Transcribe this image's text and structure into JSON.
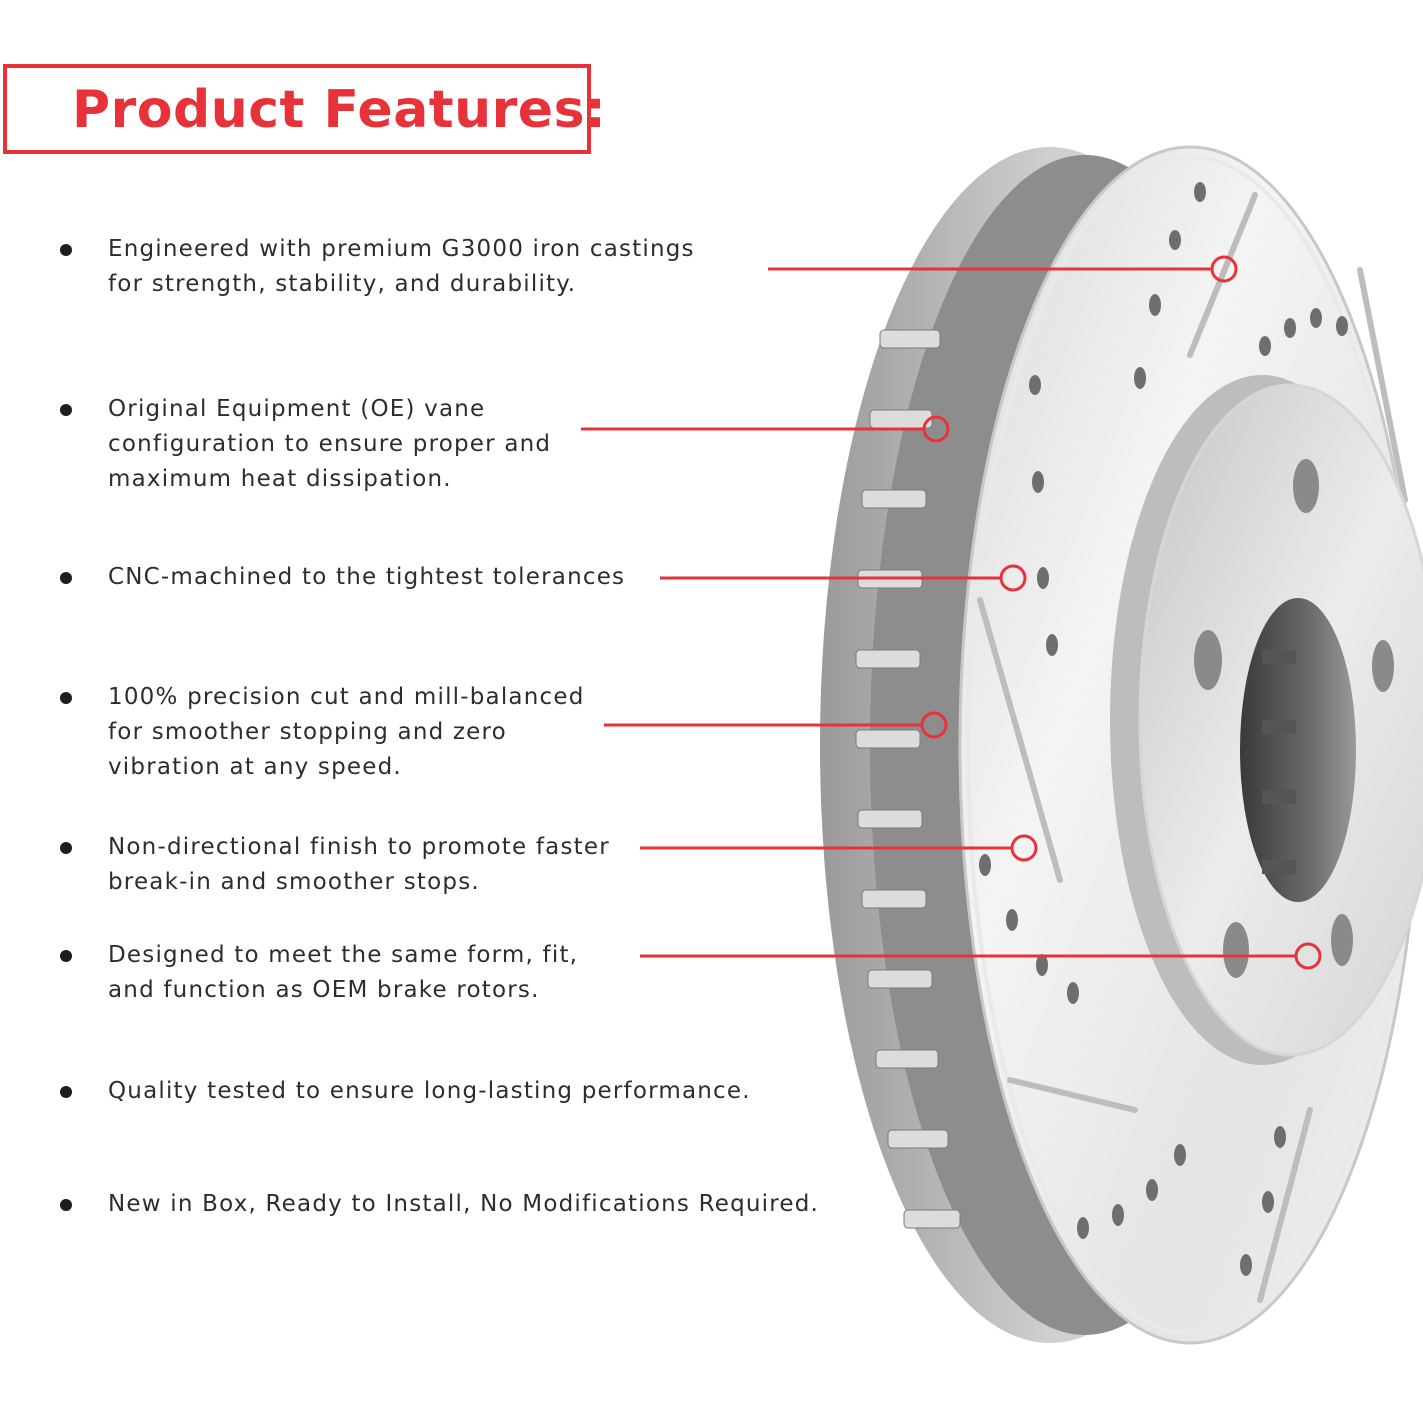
{
  "title": "Product Features:",
  "features": [
    {
      "lines": [
        "Engineered with premium G3000 iron castings",
        "for strength, stability, and durability."
      ]
    },
    {
      "lines": [
        "Original Equipment (OE) vane",
        "configuration to ensure proper and",
        "maximum heat dissipation."
      ]
    },
    {
      "lines": [
        "CNC-machined to the tightest tolerances"
      ]
    },
    {
      "lines": [
        "100% precision cut and mill-balanced",
        "for smoother stopping and zero",
        "vibration at any speed."
      ]
    },
    {
      "lines": [
        "Non-directional finish to promote faster",
        "break-in and smoother stops."
      ]
    },
    {
      "lines": [
        "Designed to meet the same form, fit,",
        "and function as OEM brake rotors."
      ]
    },
    {
      "lines": [
        "Quality tested to ensure long-lasting performance."
      ]
    },
    {
      "lines": [
        "New in Box, Ready to Install, No Modifications Required."
      ]
    }
  ],
  "colors": {
    "accent": "#e8323a",
    "text": "#2d2d2d",
    "bullet": "#1d1d1d"
  },
  "image": {
    "subject": "drilled-and-slotted-brake-rotor-icon"
  }
}
